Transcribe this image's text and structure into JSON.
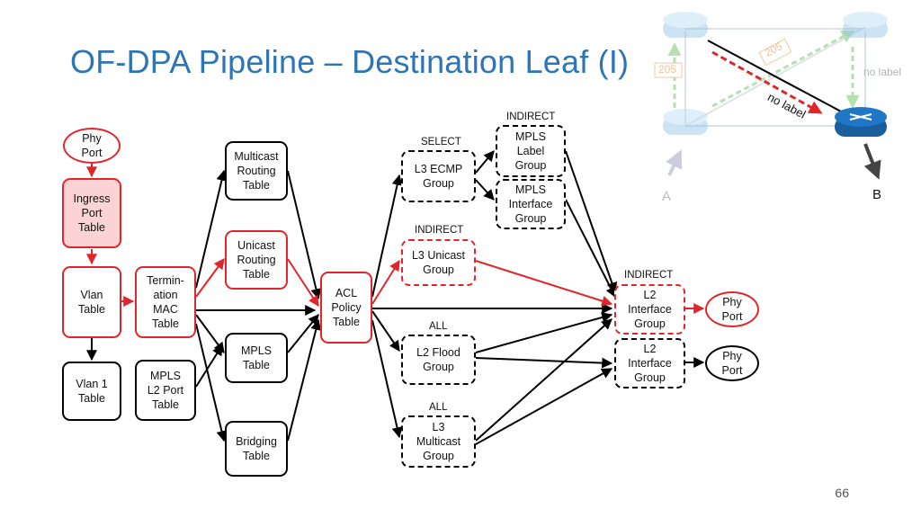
{
  "title": "OF-DPA Pipeline – Destination Leaf (I)",
  "page_number": "66",
  "nodes": {
    "phy_port_in": "Phy\nPort",
    "ingress_port_table": "Ingress\nPort\nTable",
    "vlan_table": "Vlan\nTable",
    "vlan1_table": "Vlan 1\nTable",
    "termination_mac_table": "Termin-\nation\nMAC\nTable",
    "mpls_l2_port_table": "MPLS\nL2 Port\nTable",
    "multicast_routing_table": "Multicast\nRouting\nTable",
    "unicast_routing_table": "Unicast\nRouting\nTable",
    "mpls_table": "MPLS\nTable",
    "bridging_table": "Bridging\nTable",
    "acl_policy_table": "ACL\nPolicy\nTable",
    "l3_ecmp_group": "L3 ECMP\nGroup",
    "l3_unicast_group": "L3 Unicast\nGroup",
    "l2_flood_group": "L2 Flood\nGroup",
    "l3_multicast_group": "L3\nMulticast\nGroup",
    "mpls_label_group": "MPLS\nLabel\nGroup",
    "mpls_interface_group": "MPLS\nInterface\nGroup",
    "l2_interface_group_1": "L2\nInterface\nGroup",
    "l2_interface_group_2": "L2\nInterface\nGroup",
    "phy_port_out_1": "Phy\nPort",
    "phy_port_out_2": "Phy\nPort"
  },
  "tags": {
    "indirect_label_group": "INDIRECT",
    "select_ecmp": "SELECT",
    "indirect_l3_unicast": "INDIRECT",
    "all_l2_flood": "ALL",
    "all_l3_multicast": "ALL",
    "indirect_l2_interface": "INDIRECT"
  },
  "topology": {
    "label_205_left": "205",
    "label_205_top": "205",
    "label_no_label_right": "no label",
    "label_no_label_diag": "no label",
    "label_a": "A",
    "label_b": "B"
  },
  "colors": {
    "highlight_red": "#e0262b",
    "highlight_fill": "#fbd3d4",
    "title_blue": "#2e75b6",
    "router_blue": "#1f77c6"
  }
}
